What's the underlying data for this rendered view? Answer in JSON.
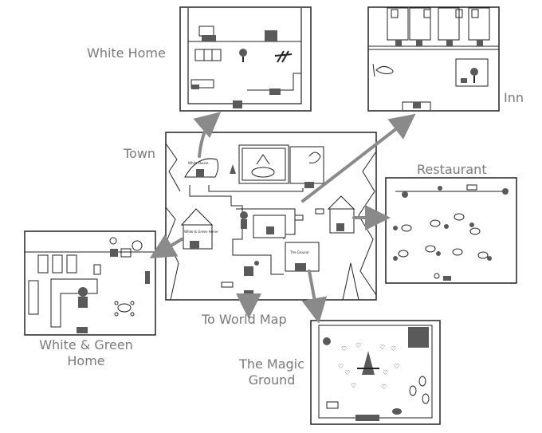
{
  "labels": {
    "white_home": "White Home",
    "inn": "Inn",
    "town": "Town",
    "restaurant": "Restaurant",
    "white_green_home_line1": "White & Green",
    "white_green_home_line2": "Home",
    "to_world_map": "To World Map",
    "magic_ground_line1": "The Magic",
    "magic_ground_line2": "Ground"
  },
  "map_annotations": {
    "white_house_sign": "White House",
    "white_green_home_sign": "White & Green Home",
    "magic_ground_sign": "The Ground"
  },
  "colors": {
    "stroke": "#222222",
    "dark_fill": "#5a5a5a",
    "arrow": "#8a8a8a",
    "label": "#7a7a7a"
  }
}
